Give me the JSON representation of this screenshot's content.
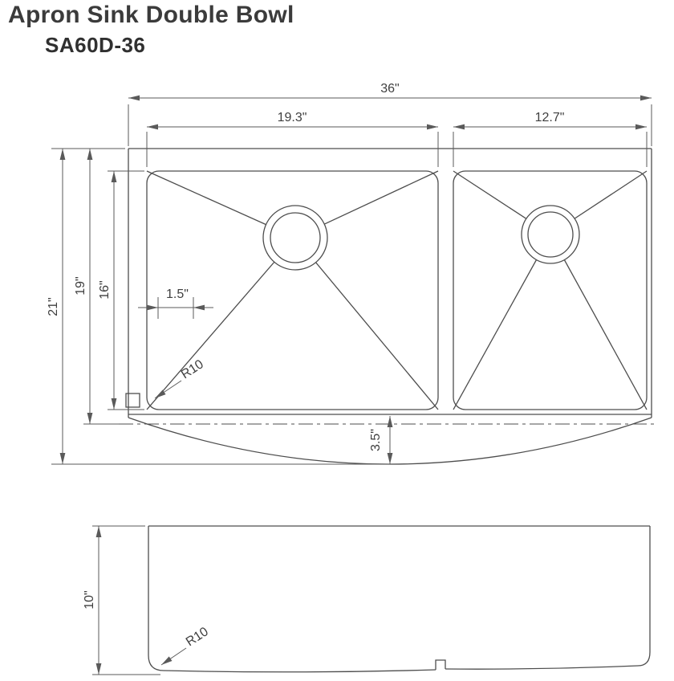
{
  "title": "Apron Sink Double Bowl",
  "model": "SA60D-36",
  "colors": {
    "object_line": "#4d4d4d",
    "dimension_line": "#5a5a5a",
    "label_text": "#3f3f3f",
    "title_text": "#3b3b3b",
    "background": "#ffffff"
  },
  "top_view": {
    "dims": {
      "overall_width": "36\"",
      "left_bowl_width": "19.3\"",
      "right_bowl_width": "12.7\"",
      "overall_depth": "21\"",
      "rim_depth": "19\"",
      "bowl_depth": "16\"",
      "corner_offset": "1.5\"",
      "corner_radius": "R10",
      "apron_bow_depth": "3.5\""
    }
  },
  "front_view": {
    "dims": {
      "apron_height": "10\"",
      "corner_radius": "R10"
    }
  }
}
